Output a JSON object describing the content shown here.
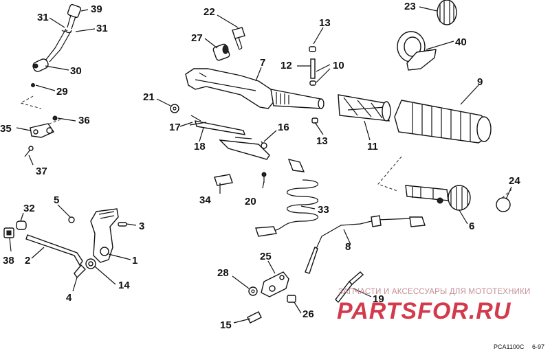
{
  "callouts": [
    {
      "id": "c1",
      "label": "1"
    },
    {
      "id": "c2",
      "label": "2"
    },
    {
      "id": "c3",
      "label": "3"
    },
    {
      "id": "c4",
      "label": "4"
    },
    {
      "id": "c5",
      "label": "5"
    },
    {
      "id": "c6",
      "label": "6"
    },
    {
      "id": "c7",
      "label": "7"
    },
    {
      "id": "c8",
      "label": "8"
    },
    {
      "id": "c9",
      "label": "9"
    },
    {
      "id": "c10",
      "label": "10"
    },
    {
      "id": "c11",
      "label": "11"
    },
    {
      "id": "c12",
      "label": "12"
    },
    {
      "id": "c13a",
      "label": "13"
    },
    {
      "id": "c13b",
      "label": "13"
    },
    {
      "id": "c14",
      "label": "14"
    },
    {
      "id": "c15",
      "label": "15"
    },
    {
      "id": "c16",
      "label": "16"
    },
    {
      "id": "c17",
      "label": "17"
    },
    {
      "id": "c18",
      "label": "18"
    },
    {
      "id": "c19",
      "label": "19"
    },
    {
      "id": "c20",
      "label": "20"
    },
    {
      "id": "c21",
      "label": "21"
    },
    {
      "id": "c22",
      "label": "22"
    },
    {
      "id": "c23",
      "label": "23"
    },
    {
      "id": "c24",
      "label": "24"
    },
    {
      "id": "c25",
      "label": "25"
    },
    {
      "id": "c26",
      "label": "26"
    },
    {
      "id": "c27",
      "label": "27"
    },
    {
      "id": "c28",
      "label": "28"
    },
    {
      "id": "c29",
      "label": "29"
    },
    {
      "id": "c30",
      "label": "30"
    },
    {
      "id": "c31a",
      "label": "31"
    },
    {
      "id": "c31b",
      "label": "31"
    },
    {
      "id": "c32",
      "label": "32"
    },
    {
      "id": "c33",
      "label": "33"
    },
    {
      "id": "c34",
      "label": "34"
    },
    {
      "id": "c35",
      "label": "35"
    },
    {
      "id": "c36",
      "label": "36"
    },
    {
      "id": "c37",
      "label": "37"
    },
    {
      "id": "c38",
      "label": "38"
    },
    {
      "id": "c39",
      "label": "39"
    },
    {
      "id": "c40",
      "label": "40"
    }
  ],
  "watermark": {
    "subtitle": "ЗАПЧАСТИ И АКСЕССУАРЫ ДЛЯ МОТОТЕХНИКИ",
    "brand": "PARTSFOR.RU"
  },
  "footer": {
    "drawing_code": "PCA1100C",
    "page_ref": "6-97"
  }
}
